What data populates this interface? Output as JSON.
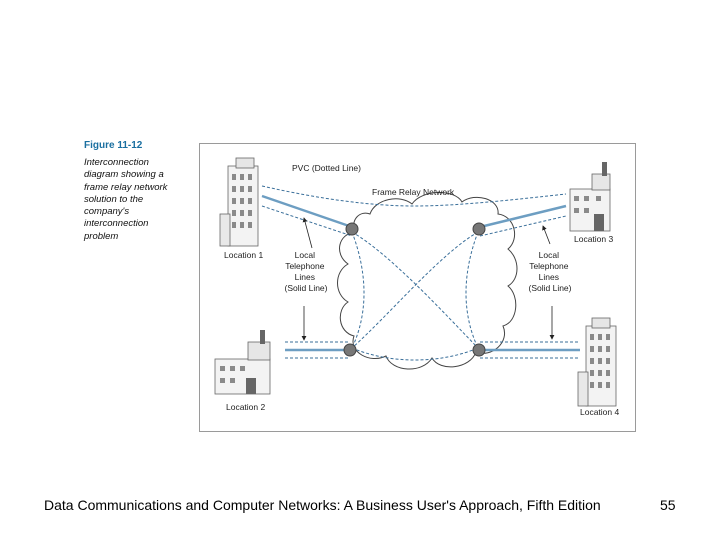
{
  "figure": {
    "label": "Figure 11-12",
    "caption_lines": [
      "Interconnection",
      "diagram showing a",
      "frame relay network",
      "solution to the",
      "company's",
      "interconnection",
      "problem"
    ]
  },
  "diagram": {
    "pvc_label": "PVC (Dotted Line)",
    "network_label": "Frame Relay Network",
    "left_lines_label": [
      "Local",
      "Telephone",
      "Lines",
      "(Solid Line)"
    ],
    "right_lines_label": [
      "Local",
      "Telephone",
      "Lines",
      "(Solid Line)"
    ],
    "locations": {
      "loc1": "Location 1",
      "loc2": "Location 2",
      "loc3": "Location 3",
      "loc4": "Location 4"
    }
  },
  "footer": {
    "text": "Data Communications and Computer Networks: A Business User's Approach, Fifth Edition",
    "page_number": "55"
  }
}
